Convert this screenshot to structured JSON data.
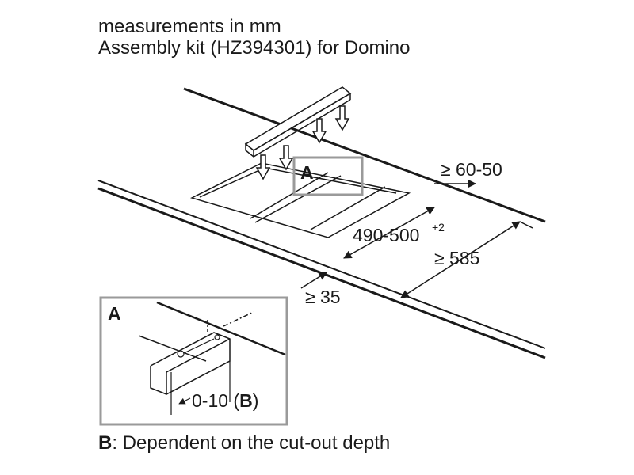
{
  "header": {
    "line1": "measurements in mm",
    "line2": "Assembly kit (HZ394301) for Domino"
  },
  "labels": {
    "detail_marker": "A",
    "clearance_back": "≥ 60-50",
    "cutout_width": "490-500",
    "cutout_width_tolerance": "+2",
    "cutout_depth": "≥ 585",
    "clearance_front": "≥ 35"
  },
  "detail": {
    "title": "A",
    "offset_value": "0-10 (",
    "offset_key": "B",
    "offset_close": ")"
  },
  "footnote": {
    "key": "B",
    "text": ": Dependent on the cut-out depth"
  },
  "colors": {
    "line": "#1a1a1a",
    "frame_grey": "#9a9a9a"
  }
}
